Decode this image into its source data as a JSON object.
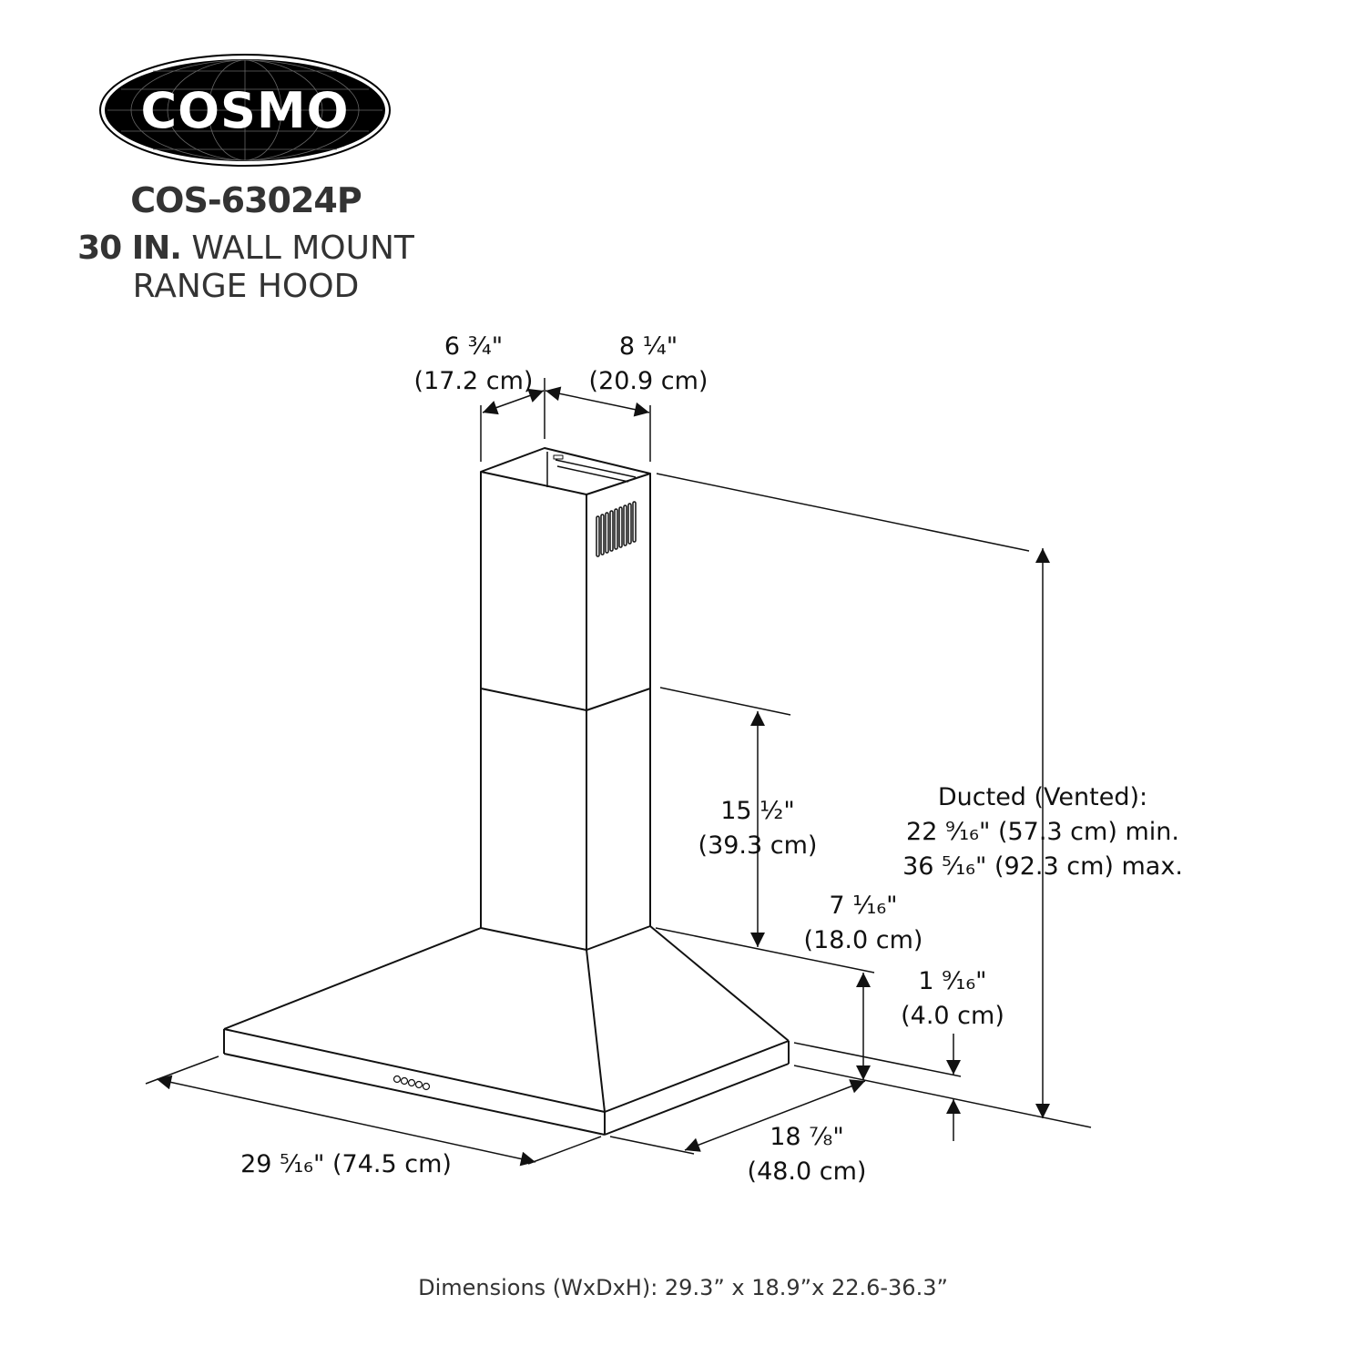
{
  "brand": {
    "logo_text": "COSMO",
    "logo_icon": "globe-grid-ellipse"
  },
  "product": {
    "model": "COS-63024P",
    "size_label": "30 IN.",
    "type_line1": "WALL MOUNT",
    "type_line2": "RANGE HOOD"
  },
  "dimensions": {
    "chimney_depth": {
      "inch": "6 ¾\"",
      "cm": "(17.2 cm)"
    },
    "chimney_width": {
      "inch": "8 ¼\"",
      "cm": "(20.9 cm)"
    },
    "upper_chimney_height": {
      "inch": "15 ½\"",
      "cm": "(39.3 cm)"
    },
    "canopy_height": {
      "inch": "7 ¹⁄₁₆\"",
      "cm": "(18.0 cm)"
    },
    "front_edge_height": {
      "inch": "1 ⁹⁄₁₆\"",
      "cm": "(4.0 cm)"
    },
    "ducted_height": {
      "label": "Ducted (Vented):",
      "min": "22 ⁹⁄₁₆\" (57.3 cm) min.",
      "max": "36 ⁵⁄₁₆\" (92.3 cm) max."
    },
    "overall_width": {
      "text": "29 ⁵⁄₁₆\" (74.5 cm)"
    },
    "overall_depth": {
      "inch": "18 ⅞\"",
      "cm": "(48.0 cm)"
    }
  },
  "footer": {
    "summary": "Dimensions (WxDxH): 29.3” x 18.9”x 22.6-36.3”"
  },
  "colors": {
    "line": "#111111",
    "text": "#333333",
    "logo_fill": "#000000"
  }
}
